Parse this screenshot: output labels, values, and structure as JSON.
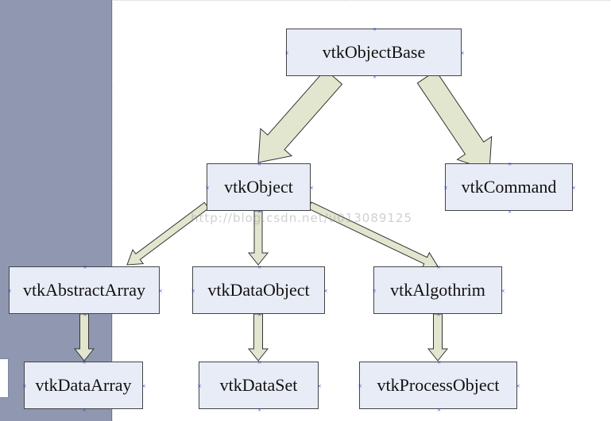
{
  "nodes": {
    "vtkObjectBase": "vtkObjectBase",
    "vtkObject": "vtkObject",
    "vtkCommand": "vtkCommand",
    "vtkAbstractArray": "vtkAbstractArray",
    "vtkDataObject": "vtkDataObject",
    "vtkAlgothrim": "vtkAlgothrim",
    "vtkDataArray": "vtkDataArray",
    "vtkDataSet": "vtkDataSet",
    "vtkProcessObject": "vtkProcessObject"
  },
  "edges": [
    {
      "from": "vtkObjectBase",
      "to": "vtkObject"
    },
    {
      "from": "vtkObjectBase",
      "to": "vtkCommand"
    },
    {
      "from": "vtkObject",
      "to": "vtkAbstractArray"
    },
    {
      "from": "vtkObject",
      "to": "vtkDataObject"
    },
    {
      "from": "vtkObject",
      "to": "vtkAlgothrim"
    },
    {
      "from": "vtkAbstractArray",
      "to": "vtkDataArray"
    },
    {
      "from": "vtkDataObject",
      "to": "vtkDataSet"
    },
    {
      "from": "vtkAlgothrim",
      "to": "vtkProcessObject"
    }
  ],
  "watermark": "http://blog.csdn.net/u013089125",
  "colors": {
    "arrow_fill": "#e3e6cf",
    "node_fill": "#e8ecf6",
    "handle": "#2b3cc9",
    "sidebar": "#8f98b0"
  }
}
